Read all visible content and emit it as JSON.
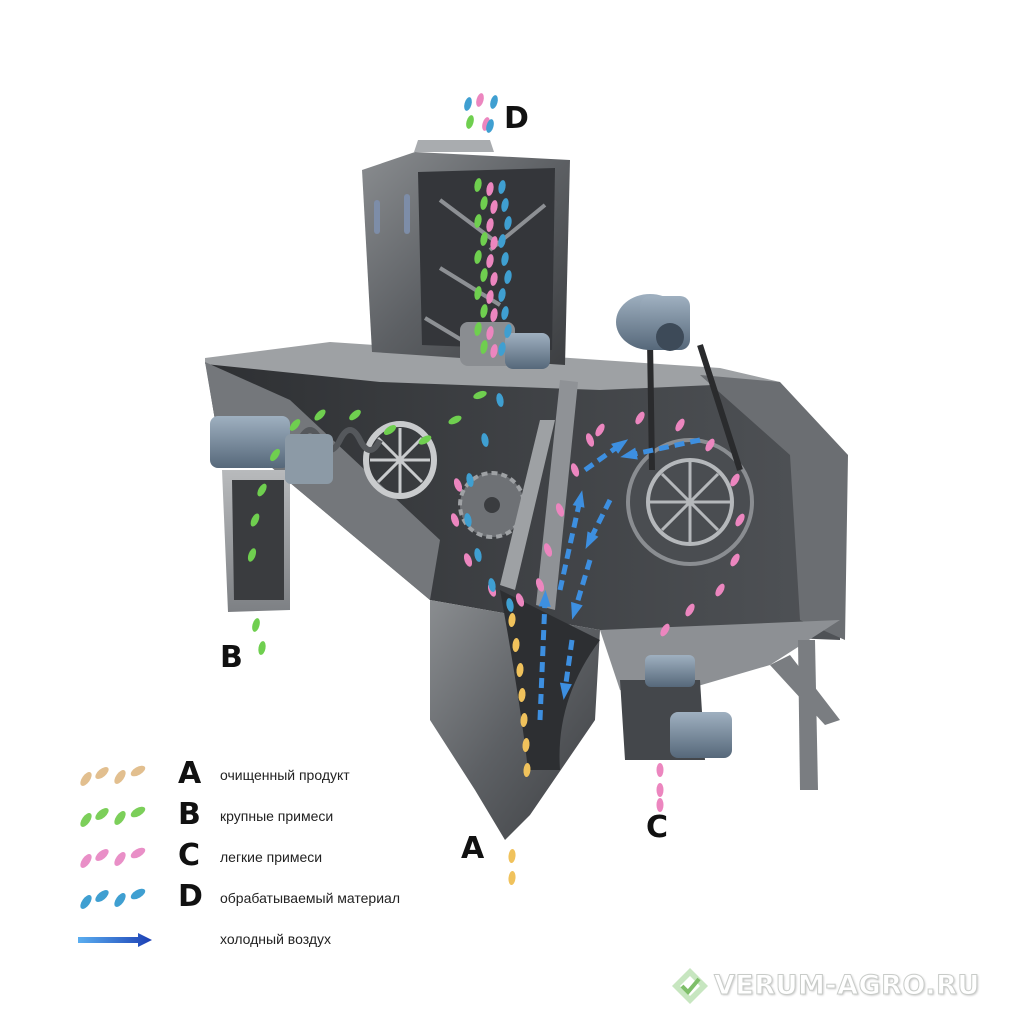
{
  "flow_labels": {
    "inlet": "D",
    "heavy_out": "B",
    "light_out": "C",
    "product_out": "A"
  },
  "legend": [
    {
      "letter": "A",
      "text": "очищенный продукт",
      "color": "#e2bf8f"
    },
    {
      "letter": "B",
      "text": "крупные примеси",
      "color": "#7ccf5a"
    },
    {
      "letter": "C",
      "text": "легкие примеси",
      "color": "#e98fc7"
    },
    {
      "letter": "D",
      "text": "обрабатываемый материал",
      "color": "#3f9fd1"
    },
    {
      "letter": "",
      "text": "холодный воздух",
      "color": "#2f7fdc"
    }
  ],
  "stream_colors": {
    "product": "#f0c25c",
    "heavy": "#6fcf4f",
    "light": "#ec86bf",
    "material": "#3f9fd1",
    "air": "#3d8fe0"
  },
  "watermark": {
    "text": "VERUM-AGRO.RU",
    "icon": "diamond-logo-icon"
  }
}
